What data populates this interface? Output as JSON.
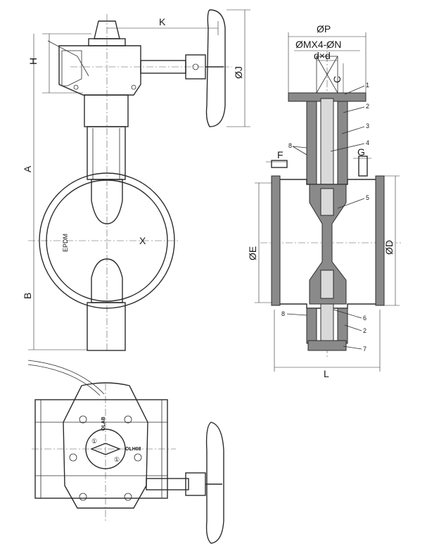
{
  "dimension_labels": {
    "K": "K",
    "H": "H",
    "A": "A",
    "B": "B",
    "J": "ØJ",
    "P": "ØP",
    "M": "ØMX4-ØN",
    "dxd": "d×d",
    "C": "C",
    "F": "F",
    "G": "G",
    "E": "ØE",
    "D": "ØD",
    "L": "L"
  },
  "body_marks": {
    "epdm": "EPDM",
    "x": "X",
    "top_mark": "OLAB",
    "right_mark": "OLH08"
  },
  "part_numbers": [
    "1",
    "2",
    "3",
    "4",
    "5",
    "6",
    "7",
    "8"
  ],
  "lower_part_numbers": {
    "eight": "8",
    "six": "6",
    "two": "2",
    "seven": "7"
  },
  "dial_marks": {
    "left": "①",
    "right": "①"
  }
}
